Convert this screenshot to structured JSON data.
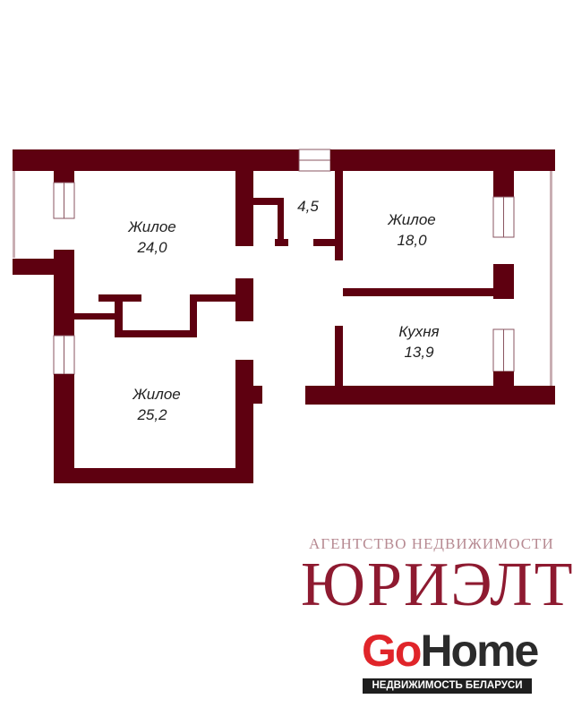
{
  "colors": {
    "wall": "#5e0010",
    "logo_red": "#e0252a",
    "logo_dark": "#2b2b2b",
    "agency_red": "#8e1a30"
  },
  "rooms": [
    {
      "name": "Жилое",
      "area": "24,0"
    },
    {
      "name": "",
      "area": "4,5"
    },
    {
      "name": "Жилое",
      "area": "18,0"
    },
    {
      "name": "Кухня",
      "area": "13,9"
    },
    {
      "name": "Жилое",
      "area": "25,2"
    }
  ],
  "watermark": {
    "agency_line": "АГЕНТСТВО НЕДВИЖИМОСТИ",
    "agency_name": "ЮРИЭЛТ",
    "logo_go": "Go",
    "logo_home": "Home",
    "logo_tagline": "НЕДВИЖИМОСТЬ БЕЛАРУСИ"
  }
}
